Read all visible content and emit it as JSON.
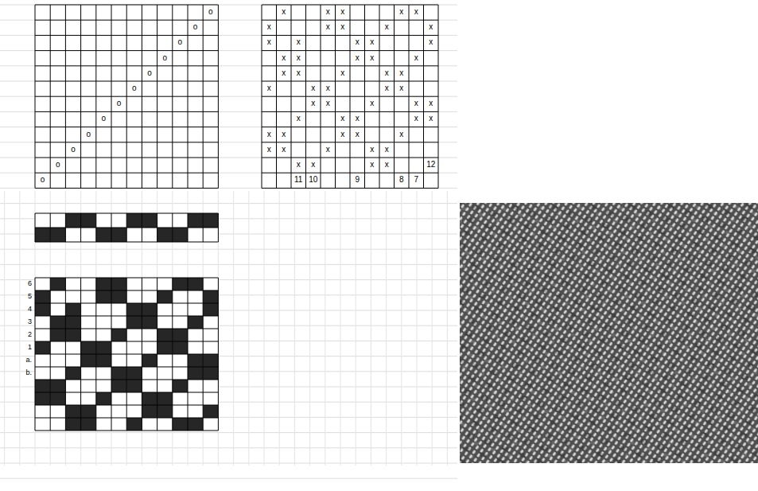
{
  "diagram": {
    "labels": [
      "o",
      "o",
      "o",
      "o",
      "o",
      "o",
      "o",
      "o",
      "o",
      "o",
      "o",
      "o",
      "x",
      "x",
      "x",
      "x",
      "x",
      "x",
      "x",
      "x",
      "x",
      "x",
      "x",
      "x",
      "x",
      "x",
      "x",
      "x",
      "x",
      "x",
      "x",
      "x",
      "x",
      "x",
      "x",
      "x",
      "x",
      "x",
      "x",
      "x",
      "x",
      "x",
      "x",
      "x",
      "x",
      "x",
      "x",
      "x",
      "x",
      "x",
      "x",
      "x",
      "x",
      "x",
      "x",
      "x",
      "x",
      "x",
      "x",
      "x",
      "x",
      "x",
      "x",
      "x",
      "x",
      "x",
      "12",
      "11",
      "10",
      "9",
      "8",
      "7",
      "6",
      "5",
      "4",
      "3",
      "2",
      "1",
      "a.",
      "b."
    ]
  }
}
